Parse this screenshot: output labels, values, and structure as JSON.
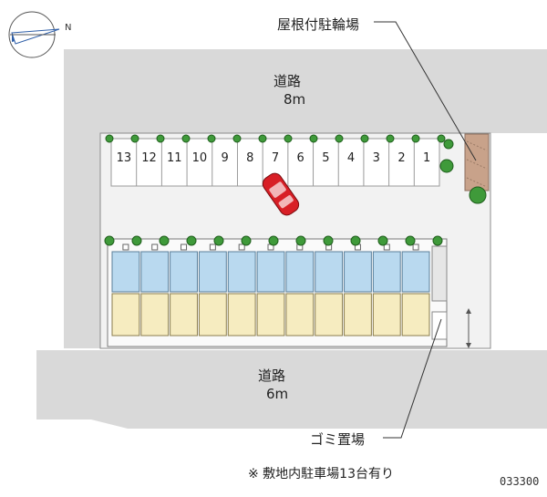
{
  "compass": {
    "north_label": "N",
    "icon": "compass-icon"
  },
  "roads": [
    {
      "name": "道路",
      "width": "8m"
    },
    {
      "name": "道路",
      "width": "6m"
    }
  ],
  "labels": {
    "bike_parking": "屋根付駐輪場",
    "garbage": "ゴミ置場",
    "parking_note": "※ 敷地内駐車場13台有り",
    "map_code": "033300"
  },
  "parking_slots": [
    "13",
    "12",
    "11",
    "10",
    "9",
    "8",
    "7",
    "6",
    "5",
    "4",
    "3",
    "2",
    "1"
  ],
  "colors": {
    "road": "#d9d9d9",
    "site": "#f2f2f2",
    "units_top": "#b9d9ef",
    "units_bottom": "#f6ecc0",
    "tree": "#3f9a3a",
    "car": "#d81f26",
    "bike_shelter": "#c8a28a"
  },
  "icons": [
    "tree-icon",
    "car-icon",
    "compass-icon"
  ]
}
